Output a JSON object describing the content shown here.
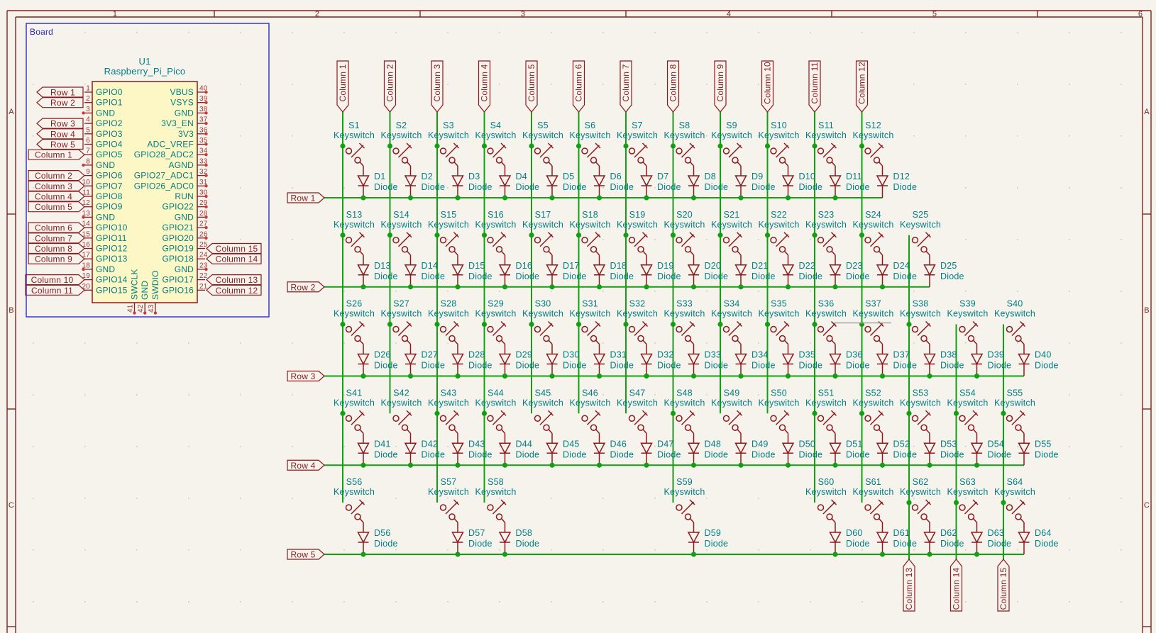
{
  "sheet": {
    "column_refs": [
      "1",
      "2",
      "3",
      "4",
      "5",
      "6"
    ],
    "row_refs": [
      "A",
      "B",
      "C"
    ]
  },
  "board": {
    "title": "Board"
  },
  "mcu": {
    "ref": "U1",
    "value": "Raspberry_Pi_Pico",
    "left_pins": [
      {
        "num": "1",
        "name": "GPIO0",
        "label": "Row 1"
      },
      {
        "num": "2",
        "name": "GPIO1",
        "label": "Row 2"
      },
      {
        "num": "3",
        "name": "GND",
        "label": null
      },
      {
        "num": "4",
        "name": "GPIO2",
        "label": "Row 3"
      },
      {
        "num": "5",
        "name": "GPIO3",
        "label": "Row 4"
      },
      {
        "num": "6",
        "name": "GPIO4",
        "label": "Row 5"
      },
      {
        "num": "7",
        "name": "GPIO5",
        "label": "Column 1"
      },
      {
        "num": "8",
        "name": "GND",
        "label": null
      },
      {
        "num": "9",
        "name": "GPIO6",
        "label": "Column 2"
      },
      {
        "num": "10",
        "name": "GPIO7",
        "label": "Column 3"
      },
      {
        "num": "11",
        "name": "GPIO8",
        "label": "Column 4"
      },
      {
        "num": "12",
        "name": "GPIO9",
        "label": "Column 5"
      },
      {
        "num": "13",
        "name": "GND",
        "label": null
      },
      {
        "num": "14",
        "name": "GPIO10",
        "label": "Column 6"
      },
      {
        "num": "15",
        "name": "GPIO11",
        "label": "Column 7"
      },
      {
        "num": "16",
        "name": "GPIO12",
        "label": "Column 8"
      },
      {
        "num": "17",
        "name": "GPIO13",
        "label": "Column 9"
      },
      {
        "num": "18",
        "name": "GND",
        "label": null
      },
      {
        "num": "19",
        "name": "GPIO14",
        "label": "Column 10"
      },
      {
        "num": "20",
        "name": "GPIO15",
        "label": "Column 11"
      }
    ],
    "right_pins": [
      {
        "num": "40",
        "name": "VBUS",
        "label": null
      },
      {
        "num": "39",
        "name": "VSYS",
        "label": null
      },
      {
        "num": "38",
        "name": "GND",
        "label": null
      },
      {
        "num": "37",
        "name": "3V3_EN",
        "label": null
      },
      {
        "num": "36",
        "name": "3V3",
        "label": null
      },
      {
        "num": "35",
        "name": "ADC_VREF",
        "label": null
      },
      {
        "num": "34",
        "name": "GPIO28_ADC2",
        "label": null
      },
      {
        "num": "33",
        "name": "AGND",
        "label": null
      },
      {
        "num": "32",
        "name": "GPIO27_ADC1",
        "label": null
      },
      {
        "num": "31",
        "name": "GPIO26_ADC0",
        "label": null
      },
      {
        "num": "30",
        "name": "RUN",
        "label": null
      },
      {
        "num": "29",
        "name": "GPIO22",
        "label": null
      },
      {
        "num": "28",
        "name": "GND",
        "label": null
      },
      {
        "num": "27",
        "name": "GPIO21",
        "label": null
      },
      {
        "num": "26",
        "name": "GPIO20",
        "label": null
      },
      {
        "num": "25",
        "name": "GPIO19",
        "label": "Column 15"
      },
      {
        "num": "24",
        "name": "GPIO18",
        "label": "Column 14"
      },
      {
        "num": "23",
        "name": "GND",
        "label": null
      },
      {
        "num": "22",
        "name": "GPIO17",
        "label": "Column 13"
      },
      {
        "num": "21",
        "name": "GPIO16",
        "label": "Column 12"
      }
    ],
    "bottom_pins": [
      {
        "num": "41",
        "name": "SWCLK"
      },
      {
        "num": "42",
        "name": "GND"
      },
      {
        "num": "43",
        "name": "SWDIO"
      }
    ]
  },
  "matrix": {
    "keyswitch_value": "Keyswitch",
    "diode_value": "Diode",
    "top_column_labels": [
      "Column 1",
      "Column 2",
      "Column 3",
      "Column 4",
      "Column 5",
      "Column 6",
      "Column 7",
      "Column 8",
      "Column 9",
      "Column 10",
      "Column 11",
      "Column 12"
    ],
    "bottom_column_labels": [
      "Column 13",
      "Column 14",
      "Column 15"
    ],
    "rows": [
      {
        "label": "Row 1",
        "cells": [
          {
            "s": "S1",
            "d": "D1",
            "col": 1
          },
          {
            "s": "S2",
            "d": "D2",
            "col": 2
          },
          {
            "s": "S3",
            "d": "D3",
            "col": 3
          },
          {
            "s": "S4",
            "d": "D4",
            "col": 4
          },
          {
            "s": "S5",
            "d": "D5",
            "col": 5
          },
          {
            "s": "S6",
            "d": "D6",
            "col": 6
          },
          {
            "s": "S7",
            "d": "D7",
            "col": 7
          },
          {
            "s": "S8",
            "d": "D8",
            "col": 8
          },
          {
            "s": "S9",
            "d": "D9",
            "col": 9
          },
          {
            "s": "S10",
            "d": "D10",
            "col": 10
          },
          {
            "s": "S11",
            "d": "D11",
            "col": 11
          },
          {
            "s": "S12",
            "d": "D12",
            "col": 12
          }
        ]
      },
      {
        "label": "Row 2",
        "cells": [
          {
            "s": "S13",
            "d": "D13",
            "col": 1
          },
          {
            "s": "S14",
            "d": "D14",
            "col": 2
          },
          {
            "s": "S15",
            "d": "D15",
            "col": 3
          },
          {
            "s": "S16",
            "d": "D16",
            "col": 4
          },
          {
            "s": "S17",
            "d": "D17",
            "col": 5
          },
          {
            "s": "S18",
            "d": "D18",
            "col": 6
          },
          {
            "s": "S19",
            "d": "D19",
            "col": 7
          },
          {
            "s": "S20",
            "d": "D20",
            "col": 8
          },
          {
            "s": "S21",
            "d": "D21",
            "col": 9
          },
          {
            "s": "S22",
            "d": "D22",
            "col": 10
          },
          {
            "s": "S23",
            "d": "D23",
            "col": 11
          },
          {
            "s": "S24",
            "d": "D24",
            "col": 12
          },
          {
            "s": "S25",
            "d": "D25",
            "col": 13
          }
        ]
      },
      {
        "label": "Row 3",
        "cells": [
          {
            "s": "S26",
            "d": "D26",
            "col": 1
          },
          {
            "s": "S27",
            "d": "D27",
            "col": 2
          },
          {
            "s": "S28",
            "d": "D28",
            "col": 3
          },
          {
            "s": "S29",
            "d": "D29",
            "col": 4
          },
          {
            "s": "S30",
            "d": "D30",
            "col": 5
          },
          {
            "s": "S31",
            "d": "D31",
            "col": 6
          },
          {
            "s": "S32",
            "d": "D32",
            "col": 7
          },
          {
            "s": "S33",
            "d": "D33",
            "col": 8
          },
          {
            "s": "S34",
            "d": "D34",
            "col": 9
          },
          {
            "s": "S35",
            "d": "D35",
            "col": 10
          },
          {
            "s": "S36",
            "d": "D36",
            "col": 11
          },
          {
            "s": "S37",
            "d": "D37",
            "col": 12
          },
          {
            "s": "S38",
            "d": "D38",
            "col": 13
          },
          {
            "s": "S39",
            "d": "D39",
            "col": 14
          },
          {
            "s": "S40",
            "d": "D40",
            "col": 15
          }
        ]
      },
      {
        "label": "Row 4",
        "cells": [
          {
            "s": "S41",
            "d": "D41",
            "col": 1
          },
          {
            "s": "S42",
            "d": "D42",
            "col": 2
          },
          {
            "s": "S43",
            "d": "D43",
            "col": 3
          },
          {
            "s": "S44",
            "d": "D44",
            "col": 4
          },
          {
            "s": "S45",
            "d": "D45",
            "col": 5
          },
          {
            "s": "S46",
            "d": "D46",
            "col": 6
          },
          {
            "s": "S47",
            "d": "D47",
            "col": 7
          },
          {
            "s": "S48",
            "d": "D48",
            "col": 8
          },
          {
            "s": "S49",
            "d": "D49",
            "col": 9
          },
          {
            "s": "S50",
            "d": "D50",
            "col": 10
          },
          {
            "s": "S51",
            "d": "D51",
            "col": 11
          },
          {
            "s": "S52",
            "d": "D52",
            "col": 12
          },
          {
            "s": "S53",
            "d": "D53",
            "col": 13
          },
          {
            "s": "S54",
            "d": "D54",
            "col": 14
          },
          {
            "s": "S55",
            "d": "D55",
            "col": 15
          }
        ]
      },
      {
        "label": "Row 5",
        "cells": [
          {
            "s": "S56",
            "d": "D56",
            "col": 1
          },
          {
            "s": "S57",
            "d": "D57",
            "col": 3
          },
          {
            "s": "S58",
            "d": "D58",
            "col": 4
          },
          {
            "s": "S59",
            "d": "D59",
            "col": 8
          },
          {
            "s": "S60",
            "d": "D60",
            "col": 11
          },
          {
            "s": "S61",
            "d": "D61",
            "col": 12
          },
          {
            "s": "S62",
            "d": "D62",
            "col": 13
          },
          {
            "s": "S63",
            "d": "D63",
            "col": 14
          },
          {
            "s": "S64",
            "d": "D64",
            "col": 15
          }
        ]
      }
    ]
  },
  "colors": {
    "background": "#F6F3ED",
    "wire": "#12A012",
    "junction": "#12A012",
    "symbol": "#8C1A1E",
    "field_text": "#007E82",
    "pin_number": "#9B3A33",
    "body_fill": "#FDF7C5",
    "sheet_blue": "#2B2BC0",
    "frame": "#7E231E"
  }
}
